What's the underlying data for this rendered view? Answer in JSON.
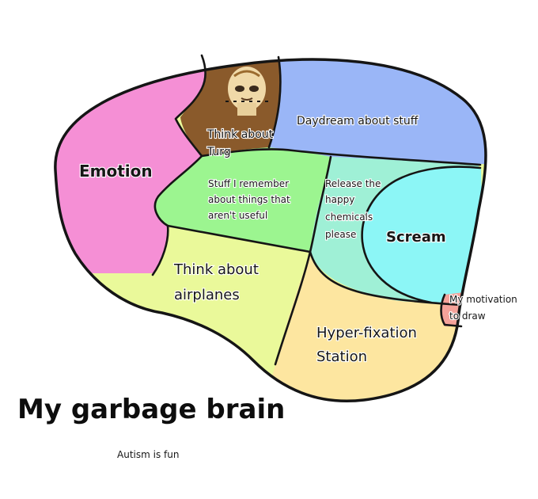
{
  "title": "My garbage brain",
  "subtitle": "Autism is fun",
  "regions": {
    "emotion": {
      "label": "Emotion",
      "color": "#f58fd5"
    },
    "think_about_turg": {
      "lines": [
        "Think about",
        "Turg"
      ],
      "color": "#8a5a2b"
    },
    "daydream": {
      "label": "Daydream about stuff",
      "color": "#9ab6f7"
    },
    "stuff_remember": {
      "lines": [
        "Stuff I remember",
        "about things that",
        "aren't useful"
      ],
      "color": "#9cf590"
    },
    "release_happy": {
      "lines": [
        "Release the",
        "happy",
        "chemicals",
        "please"
      ],
      "color": "#9ff0d6"
    },
    "scream": {
      "label": "Scream",
      "color": "#8cf6f6"
    },
    "airplanes": {
      "lines": [
        "Think about",
        "airplanes"
      ],
      "color": "#eaf99a"
    },
    "hyper_fixation": {
      "lines": [
        "Hyper-fixation",
        "Station"
      ],
      "color": "#fde6a0"
    },
    "motivation": {
      "lines": [
        "My motivation",
        "to draw"
      ],
      "color": "#f4a29a"
    }
  },
  "outline_color": "#151515"
}
